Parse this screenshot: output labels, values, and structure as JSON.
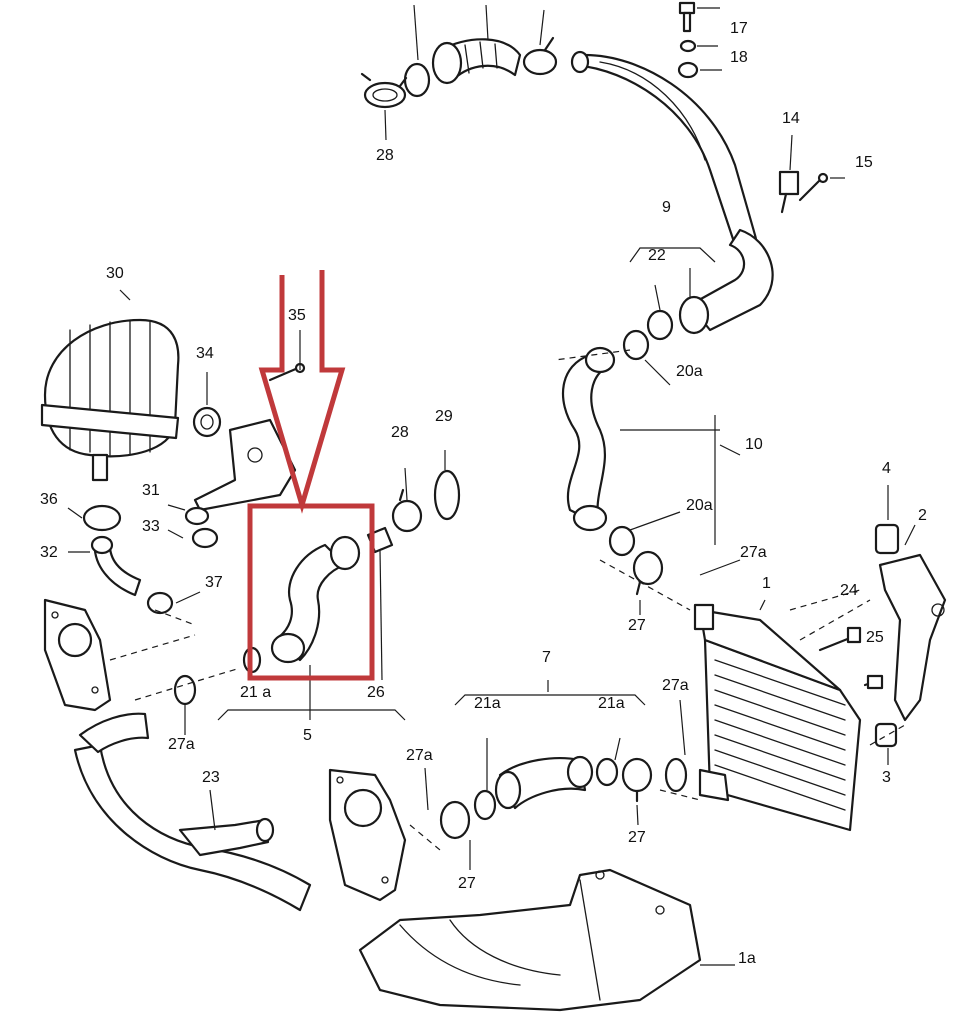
{
  "highlight_color": "#c0393b",
  "labels": {
    "l1": "1",
    "l1a": "1a",
    "l2": "2",
    "l3": "3",
    "l4": "4",
    "l5": "5",
    "l7": "7",
    "l9": "9",
    "l10": "10",
    "l14": "14",
    "l15": "15",
    "l17": "17",
    "l18": "18",
    "l20a_top": "20a",
    "l20a_bot": "20a",
    "l21a_left": "21 a",
    "l21a_mid": "21a",
    "l21a_right": "21a",
    "l22": "22",
    "l23": "23",
    "l24": "24",
    "l25": "25",
    "l26": "26",
    "l27_a": "27",
    "l27_b": "27",
    "l27_c": "27",
    "l27a_a": "27a",
    "l27a_b": "27a",
    "l27a_c": "27a",
    "l27a_d": "27a",
    "l28_top": "28",
    "l28_mid": "28",
    "l29": "29",
    "l30": "30",
    "l31": "31",
    "l32": "32",
    "l33": "33",
    "l34": "34",
    "l35": "35",
    "l36": "36",
    "l37": "37"
  }
}
